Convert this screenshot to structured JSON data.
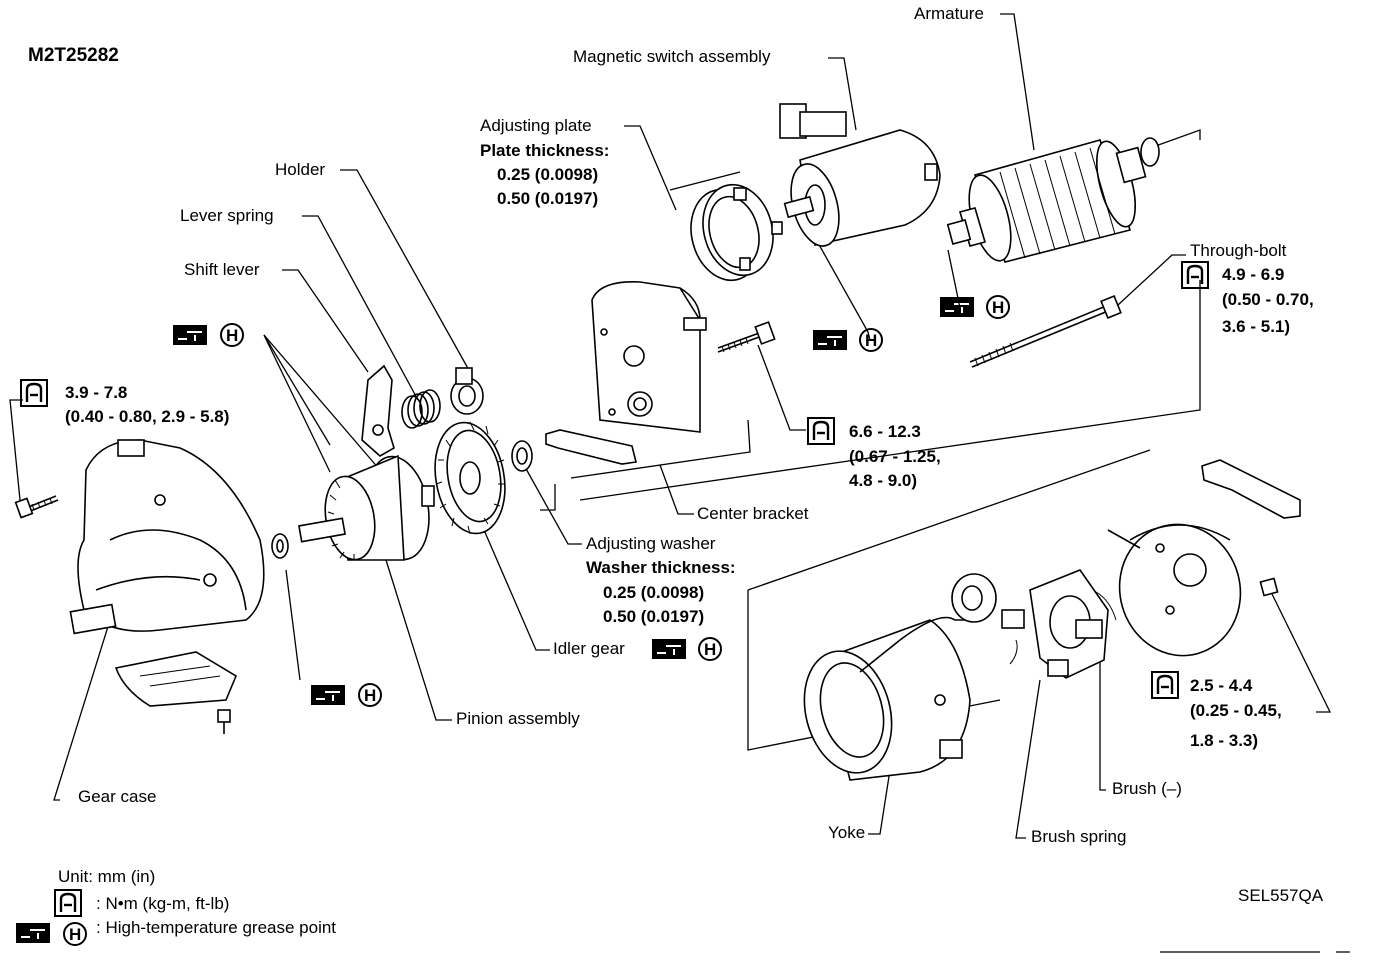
{
  "figure_code": "M2T25282",
  "reference_code": "SEL557QA",
  "labels": {
    "armature": "Armature",
    "magnetic_switch": "Magnetic switch assembly",
    "adjusting_plate": "Adjusting plate",
    "plate_thickness_title": "Plate thickness:",
    "plate_thickness_1": "0.25 (0.0098)",
    "plate_thickness_2": "0.50 (0.0197)",
    "holder": "Holder",
    "lever_spring": "Lever spring",
    "shift_lever": "Shift lever",
    "through_bolt": "Through-bolt",
    "through_bolt_torque_1": "4.9 - 6.9",
    "through_bolt_torque_2": "(0.50 - 0.70,",
    "through_bolt_torque_3": "3.6 - 5.1)",
    "gear_case_bolt_torque_1": "3.9 - 7.8",
    "gear_case_bolt_torque_2": "(0.40 - 0.80, 2.9 - 5.8)",
    "center_bolt_torque_1": "6.6 - 12.3",
    "center_bolt_torque_2": "(0.67 - 1.25,",
    "center_bolt_torque_3": "4.8 - 9.0)",
    "center_bracket": "Center bracket",
    "adjusting_washer": "Adjusting washer",
    "washer_thickness_title": "Washer thickness:",
    "washer_thickness_1": "0.25 (0.0098)",
    "washer_thickness_2": "0.50 (0.0197)",
    "idler_gear": "Idler gear",
    "pinion_assembly": "Pinion assembly",
    "gear_case": "Gear case",
    "rear_torque_1": "2.5 - 4.4",
    "rear_torque_2": "(0.25 - 0.45,",
    "rear_torque_3": "1.8 - 3.3)",
    "brush_negative": "Brush (–)",
    "yoke": "Yoke",
    "brush_spring": "Brush spring"
  },
  "legend": {
    "unit": "Unit: mm (in)",
    "torque": ": N•m (kg-m, ft-lb)",
    "grease": ": High-temperature grease point"
  },
  "symbols": {
    "grease_letter": "H"
  }
}
